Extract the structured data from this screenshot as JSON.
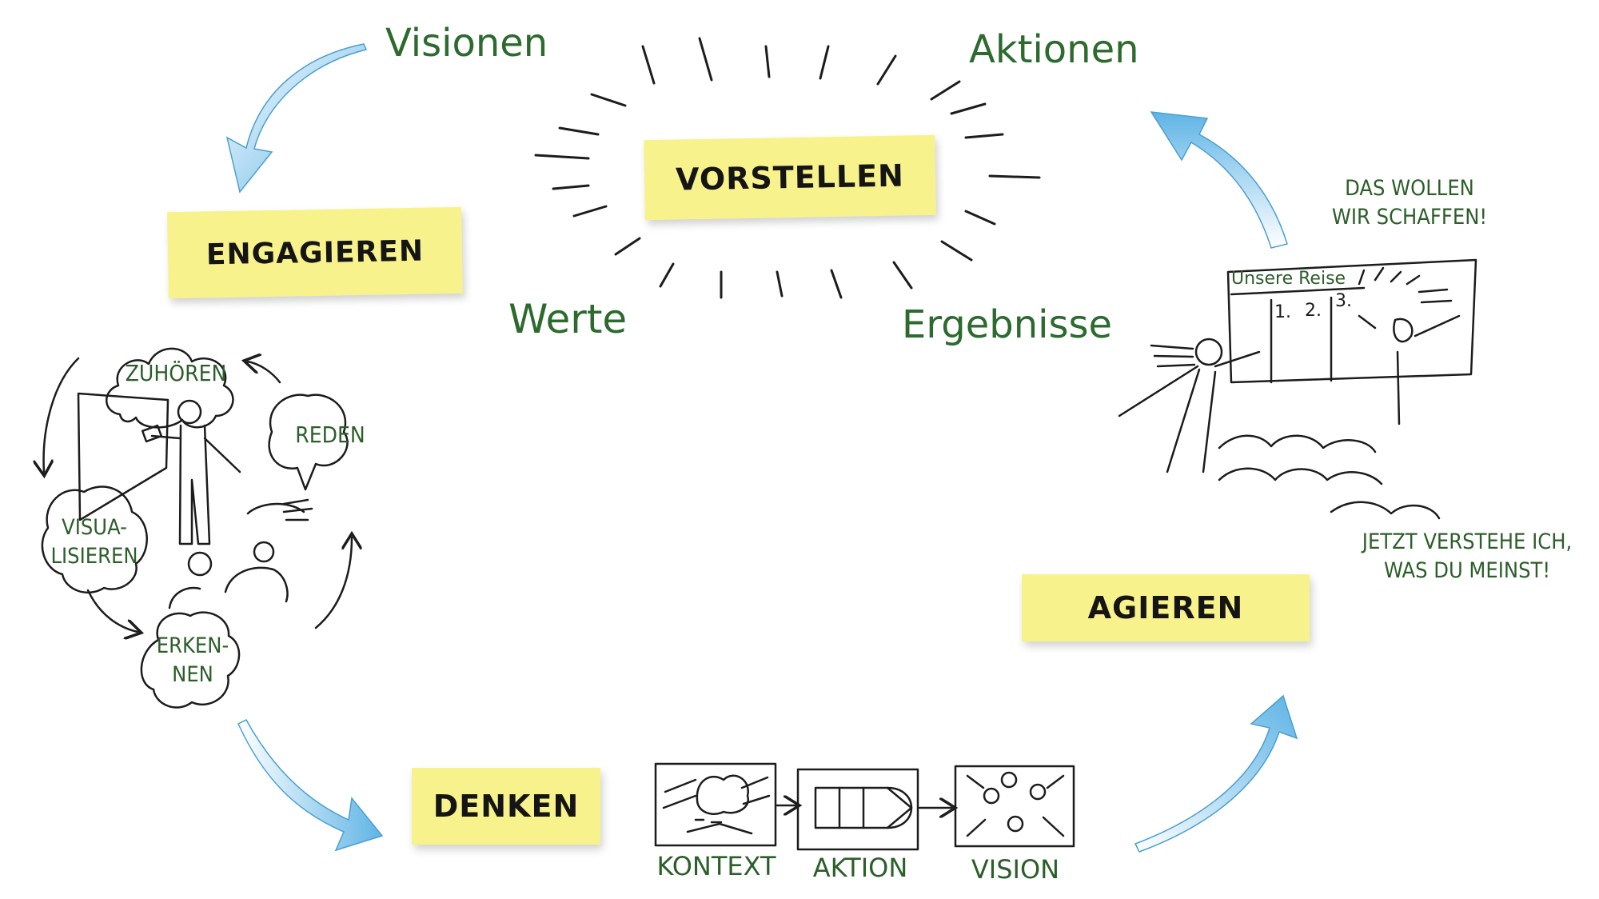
{
  "stages": {
    "vorstellen": "VORSTELLEN",
    "engagieren": "ENGAGIEREN",
    "denken": "DENKEN",
    "agieren": "AGIEREN"
  },
  "keywords": {
    "visionen": "Visionen",
    "aktionen": "Aktionen",
    "werte": "Werte",
    "ergebnisse": "Ergebnisse"
  },
  "engage_cycle": {
    "zuhoeren": "ZUHÖREN",
    "reden": "REDEN",
    "visualisieren_1": "VISUA-",
    "visualisieren_2": "LISIEREN",
    "erkennen_1": "ERKEN-",
    "erkennen_2": "NEN"
  },
  "denken_steps": [
    "KONTEXT",
    "AKTION",
    "VISION"
  ],
  "agieren_scene": {
    "banner": "Unsere Reise",
    "steps": [
      "1.",
      "2.",
      "3."
    ],
    "quote_top_1": "DAS WOLLEN",
    "quote_top_2": "WIR SCHAFFEN!",
    "quote_bottom_1": "JETZT VERSTEHE ICH,",
    "quote_bottom_2": "WAS DU MEINST!"
  },
  "colors": {
    "sticky_note": "#f8f28d",
    "text_green": "#2c6a2e",
    "arrow_blue": "#7cc3ea",
    "ink": "#1c1c1c"
  }
}
